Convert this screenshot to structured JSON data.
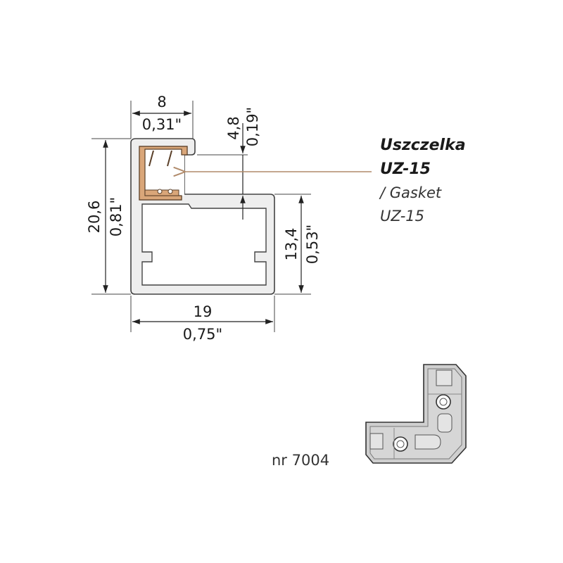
{
  "colors": {
    "profile_fill": "#eeeeee",
    "profile_stroke": "#444444",
    "gasket_fill": "#d9a679",
    "arrow": "#b08a6a",
    "corner_fill": "#cfcfcf"
  },
  "dimensions": {
    "top_width_mm": "8",
    "top_width_in": "0,31\"",
    "slot_depth_mm": "4,8",
    "slot_depth_in": "0,19\"",
    "height_mm": "20,6",
    "height_in": "0,81\"",
    "lower_height_mm": "13,4",
    "lower_height_in": "0,53\"",
    "width_mm": "19",
    "width_in": "0,75\""
  },
  "gasket": {
    "name_pl": "Uszczelka",
    "code_pl": "UZ-15",
    "name_en": "/ Gasket",
    "code_en": "UZ-15"
  },
  "product_number": "nr 7004",
  "icons": [
    "profile-cross-section",
    "gasket-insert",
    "corner-connector"
  ]
}
